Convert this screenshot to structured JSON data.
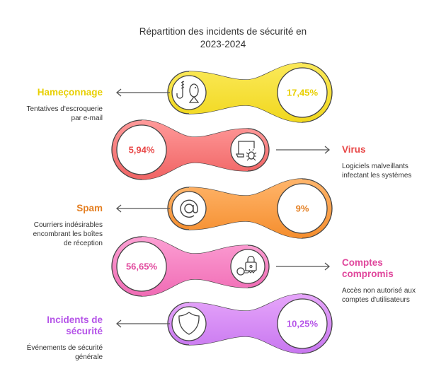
{
  "title_line1": "Répartition des incidents de sécurité en",
  "title_line2": "2023-2024",
  "items": [
    {
      "title": "Hameçonnage",
      "desc": "Tentatives d'escroquerie par e-mail",
      "value": "17,45%",
      "icon": "fishing-hook-fish-icon",
      "side": "left",
      "color": "#e8cf00",
      "fill_top": "#fbe95a",
      "fill_bottom": "#f1d81e"
    },
    {
      "title": "Virus",
      "desc": "Logiciels malveillants infectant les systèmes",
      "value": "5,94%",
      "icon": "laptop-bug-icon",
      "side": "right",
      "color": "#e84848",
      "fill_top": "#ff9a9a",
      "fill_bottom": "#f06464"
    },
    {
      "title": "Spam",
      "desc": "Courriers indésirables encombrant les boîtes de réception",
      "value": "9%",
      "icon": "at-sign-icon",
      "side": "left",
      "color": "#e47f22",
      "fill_top": "#ffb56b",
      "fill_bottom": "#f58e2e"
    },
    {
      "title": "Comptes compromis",
      "desc": "Accès non autorisé aux comptes d'utilisateurs",
      "value": "56,65%",
      "icon": "lock-key-icon",
      "side": "right",
      "color": "#e0479c",
      "fill_top": "#fc9fd3",
      "fill_bottom": "#f06cb5"
    },
    {
      "title": "Incidents de sécurité",
      "desc": "Événements de sécurité générale",
      "value": "10,25%",
      "icon": "shield-icon",
      "side": "left",
      "color": "#b554e8",
      "fill_top": "#e6a6fa",
      "fill_bottom": "#c877f0"
    }
  ]
}
